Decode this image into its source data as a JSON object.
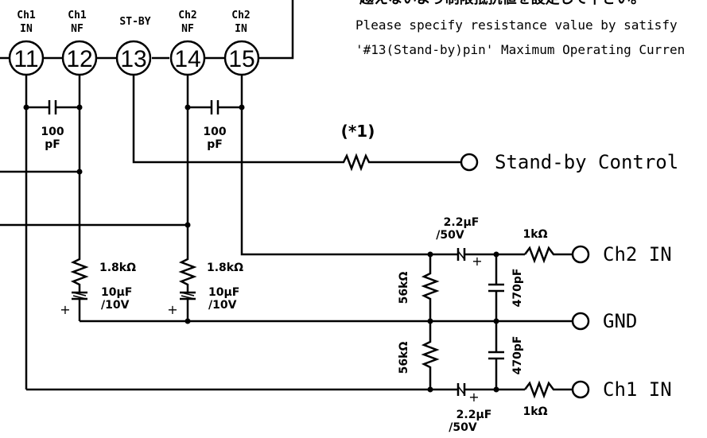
{
  "notes": {
    "line0": "越えないよう制限抵抗値を設定して下さい。",
    "line1": "Please specify resistance value by satisfy",
    "line2": "'#13(Stand-by)pin' Maximum Operating Curren"
  },
  "pins": [
    {
      "num": "11",
      "line1": "Ch1",
      "line2": "IN"
    },
    {
      "num": "12",
      "line1": "Ch1",
      "line2": "NF"
    },
    {
      "num": "13",
      "line1": "ST-BY",
      "line2": ""
    },
    {
      "num": "14",
      "line1": "Ch2",
      "line2": "NF"
    },
    {
      "num": "15",
      "line1": "Ch2",
      "line2": "IN"
    }
  ],
  "components": {
    "cap_pf_left": {
      "v1": "100",
      "v2": "pF"
    },
    "cap_pf_right": {
      "v1": "100",
      "v2": "pF"
    },
    "r_nf_left": "1.8kΩ",
    "r_nf_right": "1.8kΩ",
    "c_nf_left": {
      "v1": "10μF",
      "v2": "/10V",
      "plus": "+"
    },
    "c_nf_right": {
      "v1": "10μF",
      "v2": "/10V",
      "plus": "+"
    },
    "r_standby_note": "(*1)",
    "c_in_ch2": {
      "v1": "2.2μF",
      "v2": "/50V",
      "plus": "+"
    },
    "c_in_ch1": {
      "v1": "2.2μF",
      "v2": "/50V",
      "plus": "+"
    },
    "r_in_ch2": "1kΩ",
    "r_in_ch1": "1kΩ",
    "r_bias_top": "56kΩ",
    "r_bias_bottom": "56kΩ",
    "c_470_top": "470pF",
    "c_470_bottom": "470pF"
  },
  "terminals": {
    "standby": "Stand-by Control",
    "ch2_in": "Ch2  IN",
    "gnd": "GND",
    "ch1_in": "Ch1  IN"
  }
}
